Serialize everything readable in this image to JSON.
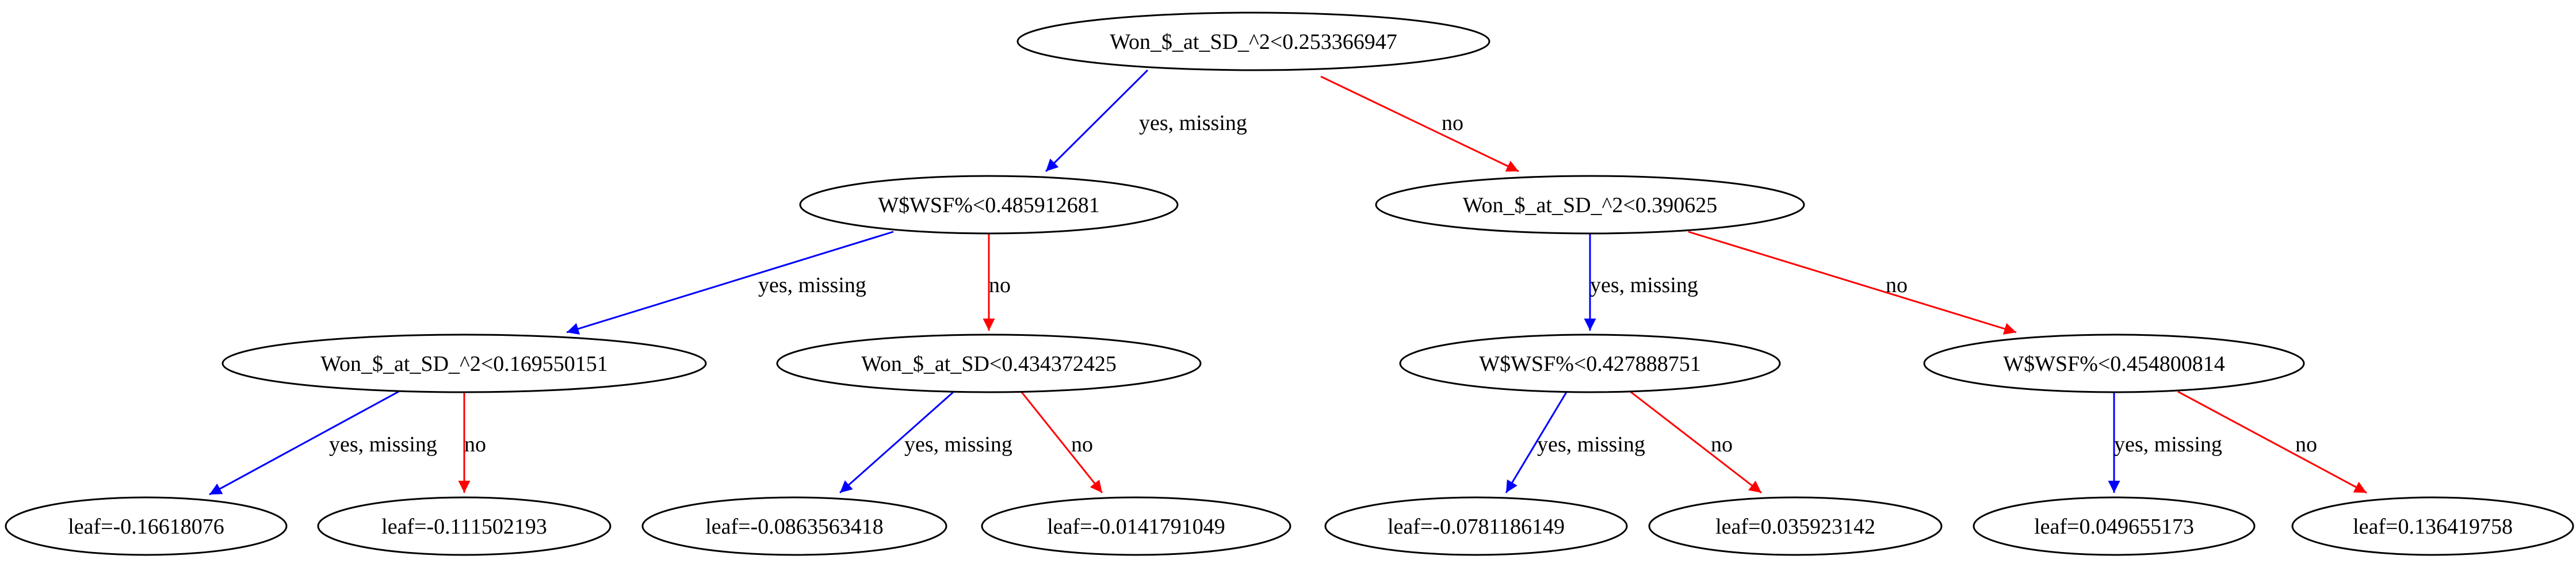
{
  "tree": {
    "nodes": [
      {
        "id": "n0",
        "label": "Won_$_at_SD_^2<0.253366947"
      },
      {
        "id": "n1",
        "label": "W$WSF%<0.485912681"
      },
      {
        "id": "n2",
        "label": "Won_$_at_SD_^2<0.390625"
      },
      {
        "id": "n3",
        "label": "Won_$_at_SD_^2<0.169550151"
      },
      {
        "id": "n4",
        "label": "Won_$_at_SD<0.434372425"
      },
      {
        "id": "n5",
        "label": "W$WSF%<0.427888751"
      },
      {
        "id": "n6",
        "label": "W$WSF%<0.454800814"
      },
      {
        "id": "l7",
        "label": "leaf=-0.16618076"
      },
      {
        "id": "l8",
        "label": "leaf=-0.111502193"
      },
      {
        "id": "l9",
        "label": "leaf=-0.0863563418"
      },
      {
        "id": "l10",
        "label": "leaf=-0.0141791049"
      },
      {
        "id": "l11",
        "label": "leaf=-0.0781186149"
      },
      {
        "id": "l12",
        "label": "leaf=0.035923142"
      },
      {
        "id": "l13",
        "label": "leaf=0.049655173"
      },
      {
        "id": "l14",
        "label": "leaf=0.136419758"
      }
    ],
    "edges": [
      {
        "id": "e0",
        "from": "n0",
        "to": "n1",
        "label": "yes, missing",
        "kind": "yes"
      },
      {
        "id": "e1",
        "from": "n0",
        "to": "n2",
        "label": "no",
        "kind": "no"
      },
      {
        "id": "e2",
        "from": "n1",
        "to": "n3",
        "label": "yes, missing",
        "kind": "yes"
      },
      {
        "id": "e3",
        "from": "n1",
        "to": "n4",
        "label": "no",
        "kind": "no"
      },
      {
        "id": "e4",
        "from": "n2",
        "to": "n5",
        "label": "yes, missing",
        "kind": "yes"
      },
      {
        "id": "e5",
        "from": "n2",
        "to": "n6",
        "label": "no",
        "kind": "no"
      },
      {
        "id": "e6",
        "from": "n3",
        "to": "l7",
        "label": "yes, missing",
        "kind": "yes"
      },
      {
        "id": "e7",
        "from": "n3",
        "to": "l8",
        "label": "no",
        "kind": "no"
      },
      {
        "id": "e8",
        "from": "n4",
        "to": "l9",
        "label": "yes, missing",
        "kind": "yes"
      },
      {
        "id": "e9",
        "from": "n4",
        "to": "l10",
        "label": "no",
        "kind": "no"
      },
      {
        "id": "e10",
        "from": "n5",
        "to": "l11",
        "label": "yes, missing",
        "kind": "yes"
      },
      {
        "id": "e11",
        "from": "n5",
        "to": "l12",
        "label": "no",
        "kind": "no"
      },
      {
        "id": "e12",
        "from": "n6",
        "to": "l13",
        "label": "yes, missing",
        "kind": "yes"
      },
      {
        "id": "e13",
        "from": "n6",
        "to": "l14",
        "label": "no",
        "kind": "no"
      }
    ]
  },
  "colors": {
    "yes_edge": "#0000ff",
    "no_edge": "#ff0000",
    "node_stroke": "#000000",
    "node_fill": "#ffffff",
    "text": "#000000"
  }
}
